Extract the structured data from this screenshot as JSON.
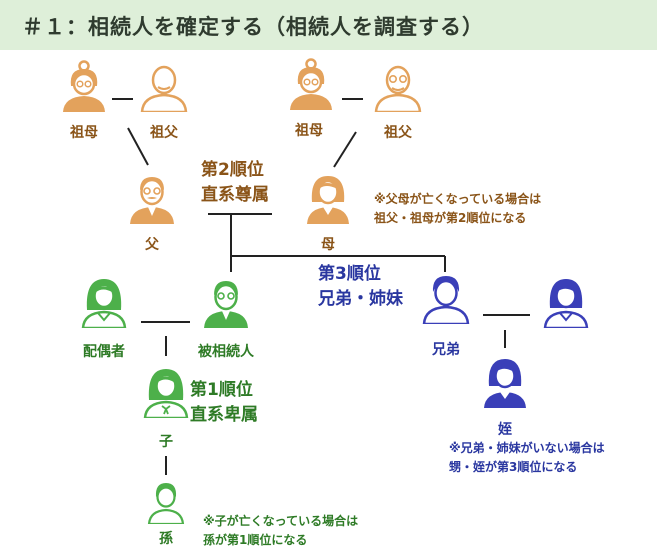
{
  "header": {
    "title": "＃１：相続人を確定する（相続人を調査する）"
  },
  "colors": {
    "header_bg": "#deefd9",
    "brown_text": "#8a5418",
    "orange_icon": "#e3a25c",
    "green": "#2e7b26",
    "green_icon": "#4db04a",
    "blue": "#2a37a0",
    "blue_icon": "#3a3fb8",
    "line": "#222222"
  },
  "people": {
    "grandmother_father_side": {
      "label": "祖母",
      "icon": "grandmother-icon"
    },
    "grandfather_father_side": {
      "label": "祖父",
      "icon": "grandfather-icon"
    },
    "grandmother_mother_side": {
      "label": "祖母",
      "icon": "grandmother-icon"
    },
    "grandfather_mother_side": {
      "label": "祖父",
      "icon": "grandfather-icon"
    },
    "father": {
      "label": "父",
      "icon": "father-icon"
    },
    "mother": {
      "label": "母",
      "icon": "mother-icon"
    },
    "spouse": {
      "label": "配偶者",
      "icon": "spouse-icon"
    },
    "deceased": {
      "label": "被相続人",
      "icon": "decedent-icon"
    },
    "brother": {
      "label": "兄弟",
      "icon": "brother-icon"
    },
    "brother_spouse": {
      "label": "",
      "icon": "sister-in-law-icon"
    },
    "child": {
      "label": "子",
      "icon": "child-icon"
    },
    "grandchild": {
      "label": "孫",
      "icon": "grandchild-icon"
    },
    "niece": {
      "label": "姪",
      "icon": "niece-icon"
    }
  },
  "ranks": {
    "second": {
      "line1": "第2順位",
      "line2": "直系尊属"
    },
    "third": {
      "line1": "第3順位",
      "line2": "兄弟・姉妹"
    },
    "first": {
      "line1": "第1順位",
      "line2": "直系卑属"
    }
  },
  "notes": {
    "parents": {
      "line1": "※父母が亡くなっている場合は",
      "line2": "祖父・祖母が第2順位になる"
    },
    "siblings": {
      "line1": "※兄弟・姉妹がいない場合は",
      "line2": "甥・姪が第3順位になる"
    },
    "child": {
      "line1": "※子が亡くなっている場合は",
      "line2": "孫が第1順位になる"
    }
  }
}
